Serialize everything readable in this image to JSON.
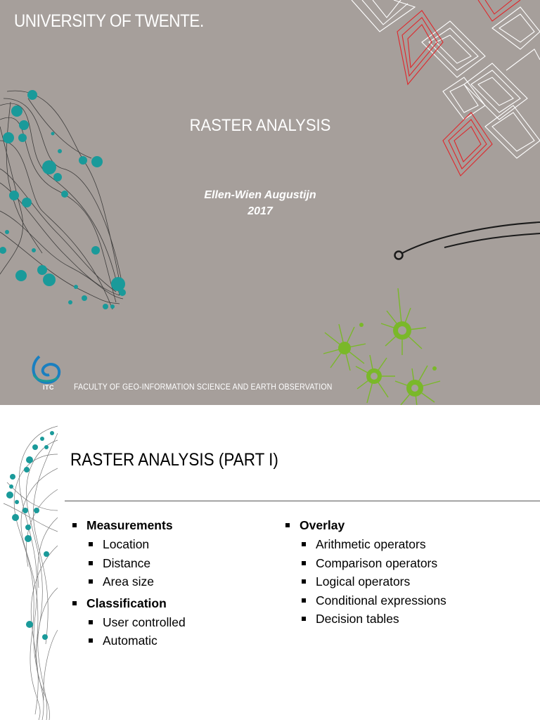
{
  "slide1": {
    "university": "UNIVERSITY OF TWENTE.",
    "title": "RASTER ANALYSIS",
    "author": "Ellen-Wien Augustijn",
    "year": "2017",
    "logo_text": "ITC",
    "faculty": "FACULTY OF GEO-INFORMATION SCIENCE AND EARTH OBSERVATION"
  },
  "slide2": {
    "title": "RASTER ANALYSIS (PART I)",
    "left_column": [
      {
        "label": "Measurements",
        "children": [
          "Location",
          "Distance",
          "Area size"
        ]
      },
      {
        "label": "Classification",
        "children": [
          "User controlled",
          "Automatic"
        ]
      }
    ],
    "right_column": [
      {
        "label": "Overlay",
        "children": [
          "Arithmetic operators",
          "Comparison operators",
          "Logical operators",
          "Conditional expressions",
          "Decision tables"
        ]
      }
    ]
  },
  "colors": {
    "slide_background": "#a69f9b",
    "teal_accent": "#1a9a9a",
    "red_accent": "#e0262a",
    "green_accent": "#7ab829"
  }
}
